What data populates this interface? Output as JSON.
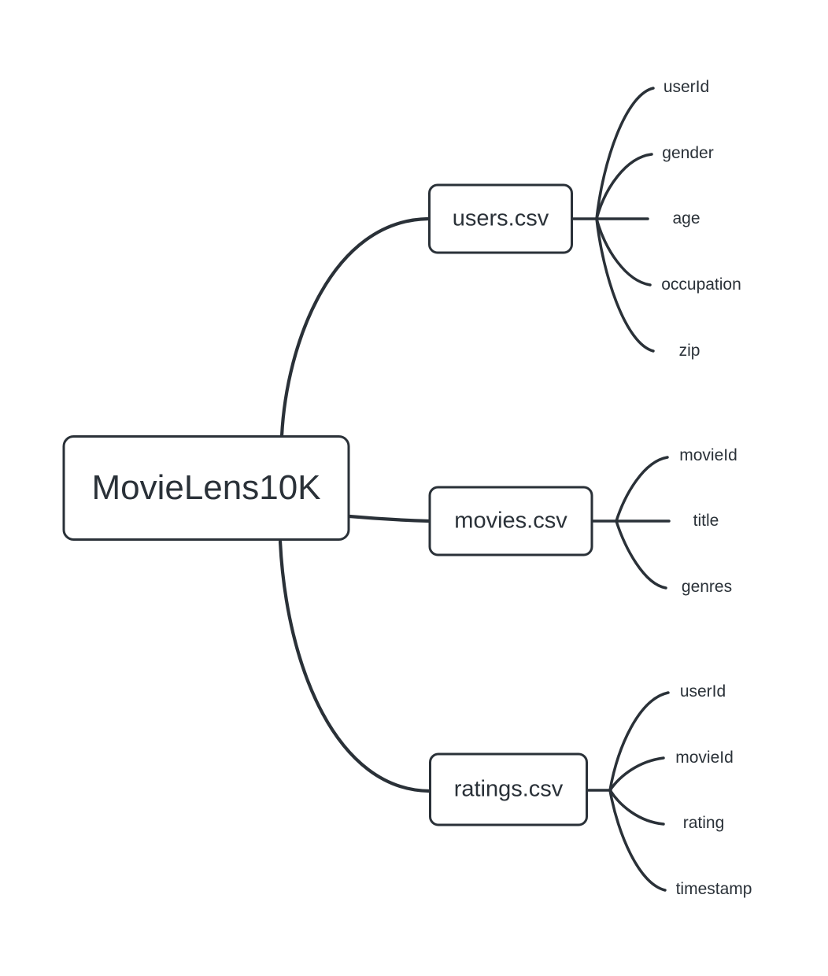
{
  "colors": {
    "ink": "#2a3138",
    "background": "#ffffff"
  },
  "mindmap": {
    "root": {
      "label": "MovieLens10K"
    },
    "branches": [
      {
        "label": "users.csv",
        "children": [
          "userId",
          "gender",
          "age",
          "occupation",
          "zip"
        ]
      },
      {
        "label": "movies.csv",
        "children": [
          "movieId",
          "title",
          "genres"
        ]
      },
      {
        "label": "ratings.csv",
        "children": [
          "userId",
          "movieId",
          "rating",
          "timestamp"
        ]
      }
    ]
  }
}
